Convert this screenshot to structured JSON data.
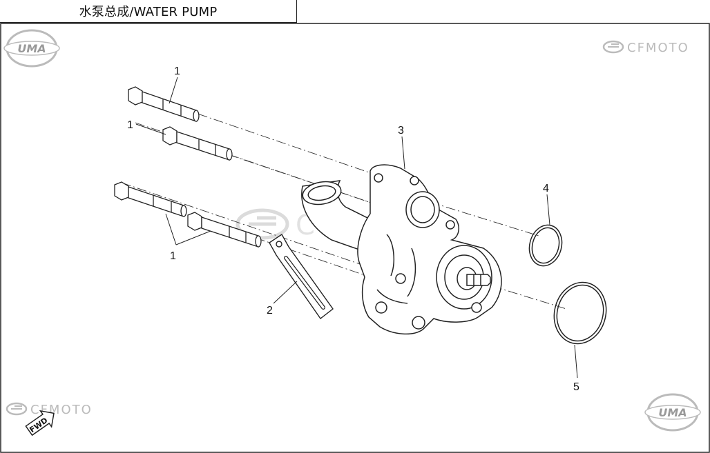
{
  "title": "水泵总成/WATER PUMP",
  "logos": {
    "uma": "UMA",
    "cfmoto": "CFMOTO",
    "fwd": "FWD"
  },
  "callouts": [
    "1",
    "1",
    "1",
    "2",
    "3",
    "4",
    "5"
  ]
}
